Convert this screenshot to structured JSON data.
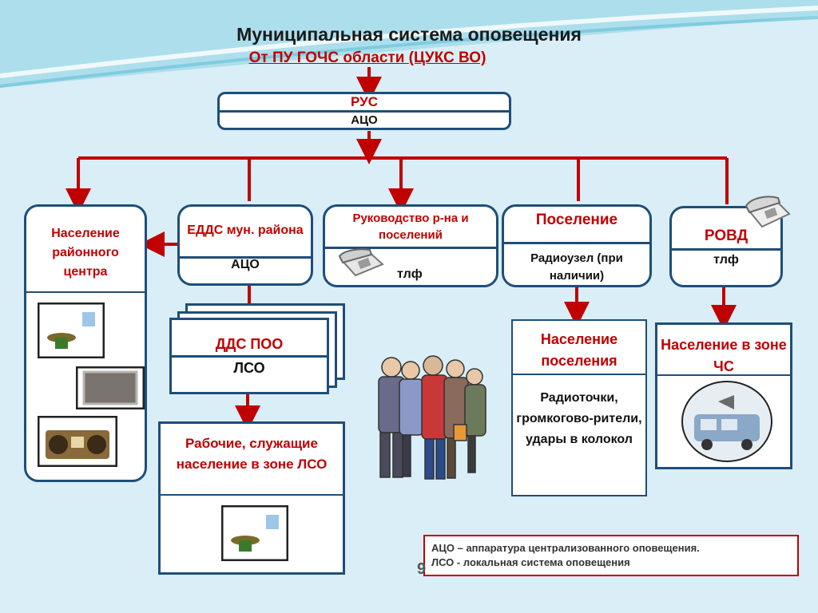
{
  "title": "Муниципальная система  оповещения",
  "subtitle": "От ПУ ГОЧС области (ЦУКС ВО)",
  "rus": {
    "top": "РУС",
    "bottom": "АЦО"
  },
  "population_center": {
    "title": "Население районного центра"
  },
  "edds": {
    "top": "ЕДДС мун. района",
    "bottom": "АЦО"
  },
  "leadership": {
    "top": "Руководство р-на и поселений",
    "bottom": "тлф"
  },
  "settlement": {
    "top": "Поселение",
    "bottom": "Радиоузел (при наличии)"
  },
  "robd": {
    "top": "РОВД",
    "bottom": "тлф"
  },
  "dds_poo": {
    "top": "ДДС ПОО",
    "bottom": "ЛСО"
  },
  "workers": {
    "title": "Рабочие, служащие население в зоне ЛСО"
  },
  "settlement_pop": {
    "title": "Население поселения",
    "body": "Радиоточки, громкогово-рители, удары в колокол"
  },
  "emergency_pop": {
    "title": "Население в зоне ЧС"
  },
  "legend": {
    "line1": "АЦО – аппаратура  централизованного оповещения.",
    "line2": "ЛСО -  локальная система  оповещения"
  },
  "page_number": "9",
  "colors": {
    "arrow": "#c00000",
    "border": "#1f4e79",
    "title_red": "#c00000"
  },
  "icons": [
    "telephone-icon",
    "loudspeaker-icon",
    "tv-icon",
    "boombox-icon",
    "people-crowd-icon",
    "vehicle-loudspeaker-icon"
  ]
}
